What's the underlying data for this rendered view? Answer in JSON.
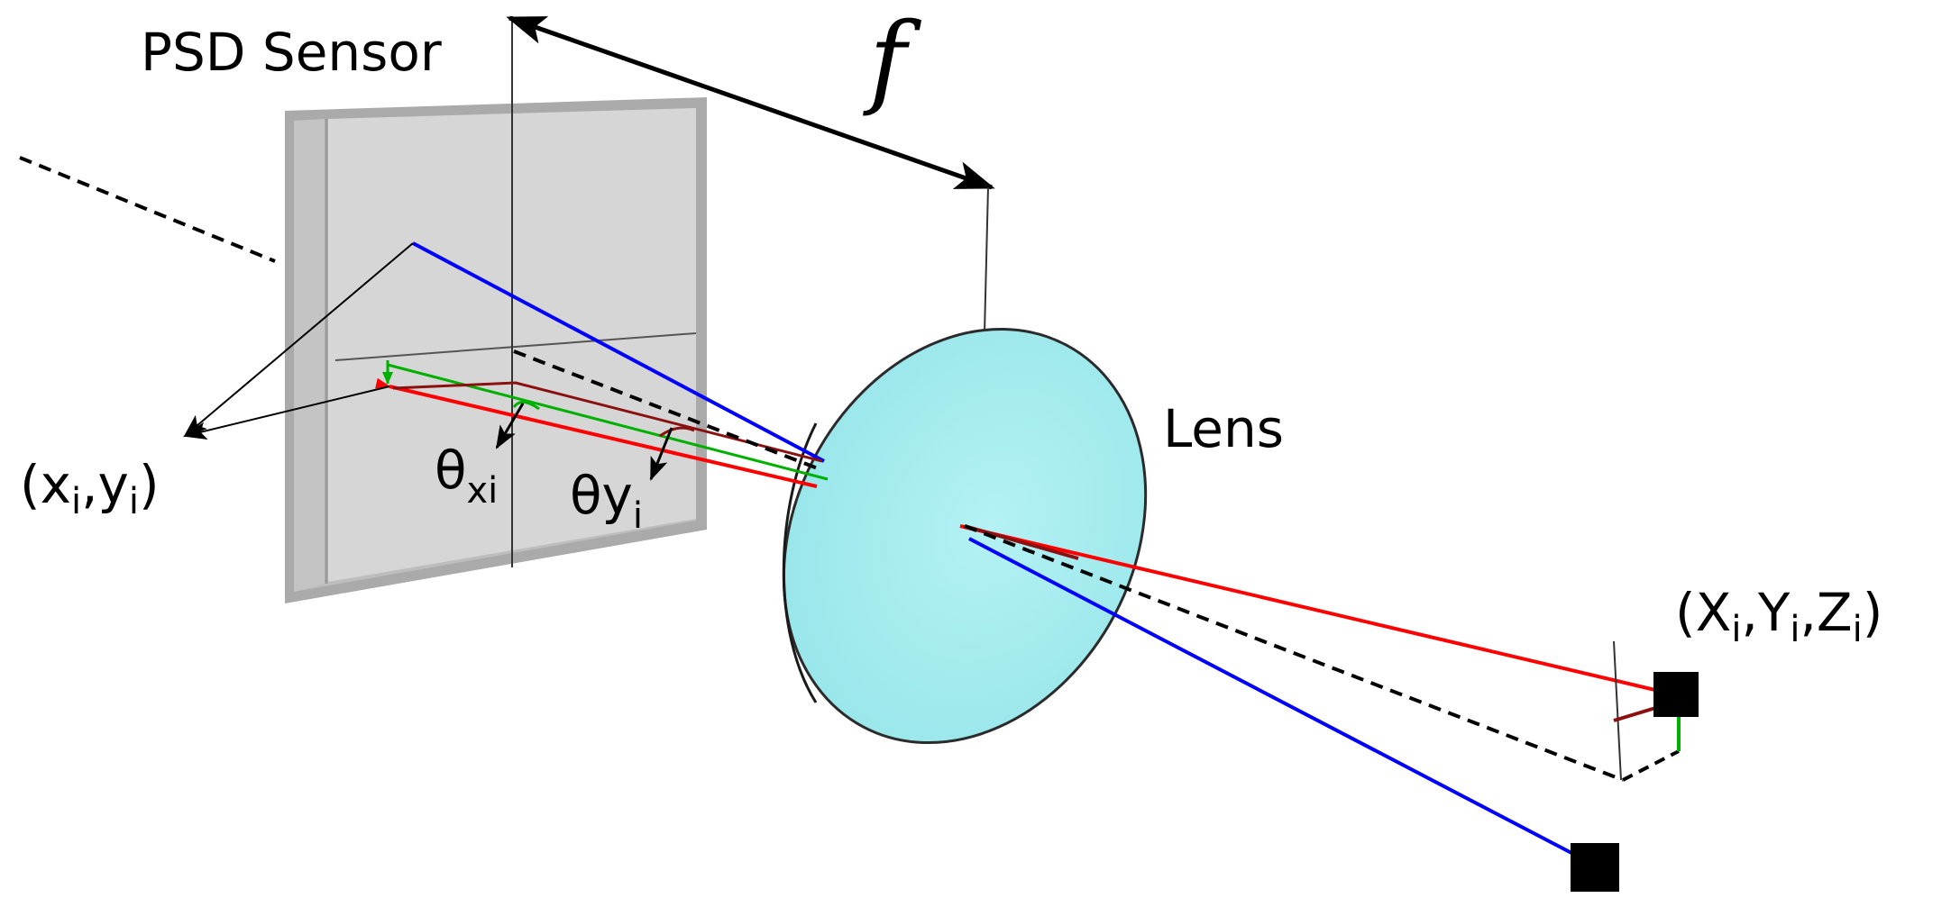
{
  "labels": {
    "sensor": "PSD Sensor",
    "focal_length": "f",
    "lens": "Lens",
    "image_point": {
      "open": "(x",
      "sub1": "i",
      "mid": ",y",
      "sub2": "i",
      "close": ")"
    },
    "theta_x": {
      "base": "θ",
      "sub": "xi"
    },
    "theta_y": {
      "base": "θy",
      "sub": "i"
    },
    "object_point": {
      "open": "(X",
      "sub1": "i",
      "mid1": ",Y",
      "sub2": "i",
      "mid2": ",Z",
      "sub3": "i",
      "close": ")"
    }
  },
  "colors": {
    "sensor_face": "#d4d4d4",
    "sensor_frame": "#a9a9a9",
    "lens_fill": "#a8eef0",
    "ray_red": "#ff0000",
    "ray_blue": "#0000ff",
    "ray_green": "#00b000",
    "ray_darkred": "#8b1010",
    "line_black": "#000000"
  }
}
